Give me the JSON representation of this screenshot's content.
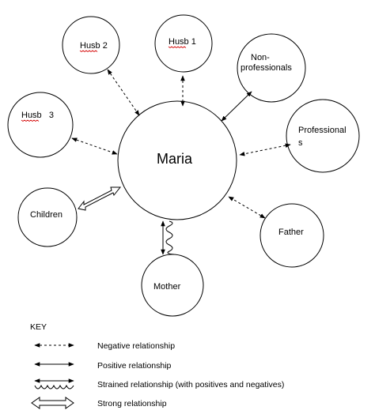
{
  "center": {
    "label": "Maria"
  },
  "nodes": {
    "husb2": "Husb 2",
    "husb1": "Husb 1",
    "non_professionals_line1": "Non-",
    "non_professionals_line2": "professionals",
    "husb3": "Husb   3",
    "professionals_line1": "Professional",
    "professionals_line2": "s",
    "children": "Children",
    "father": "Father",
    "mother": "Mother"
  },
  "key": {
    "title": "KEY",
    "items": [
      {
        "type": "negative",
        "label": "Negative relationship"
      },
      {
        "type": "positive",
        "label": "Positive relationship"
      },
      {
        "type": "strained",
        "label": "Strained relationship (with positives and negatives)"
      },
      {
        "type": "strong",
        "label": "Strong relationship"
      }
    ]
  },
  "relationships": [
    {
      "from": "Maria",
      "to": "Husb 2",
      "type": "negative"
    },
    {
      "from": "Maria",
      "to": "Husb 1",
      "type": "negative"
    },
    {
      "from": "Maria",
      "to": "Non-professionals",
      "type": "positive"
    },
    {
      "from": "Maria",
      "to": "Husb 3",
      "type": "negative"
    },
    {
      "from": "Maria",
      "to": "Professionals",
      "type": "negative"
    },
    {
      "from": "Maria",
      "to": "Children",
      "type": "strong"
    },
    {
      "from": "Maria",
      "to": "Father",
      "type": "negative"
    },
    {
      "from": "Maria",
      "to": "Mother",
      "type": "strained"
    }
  ]
}
